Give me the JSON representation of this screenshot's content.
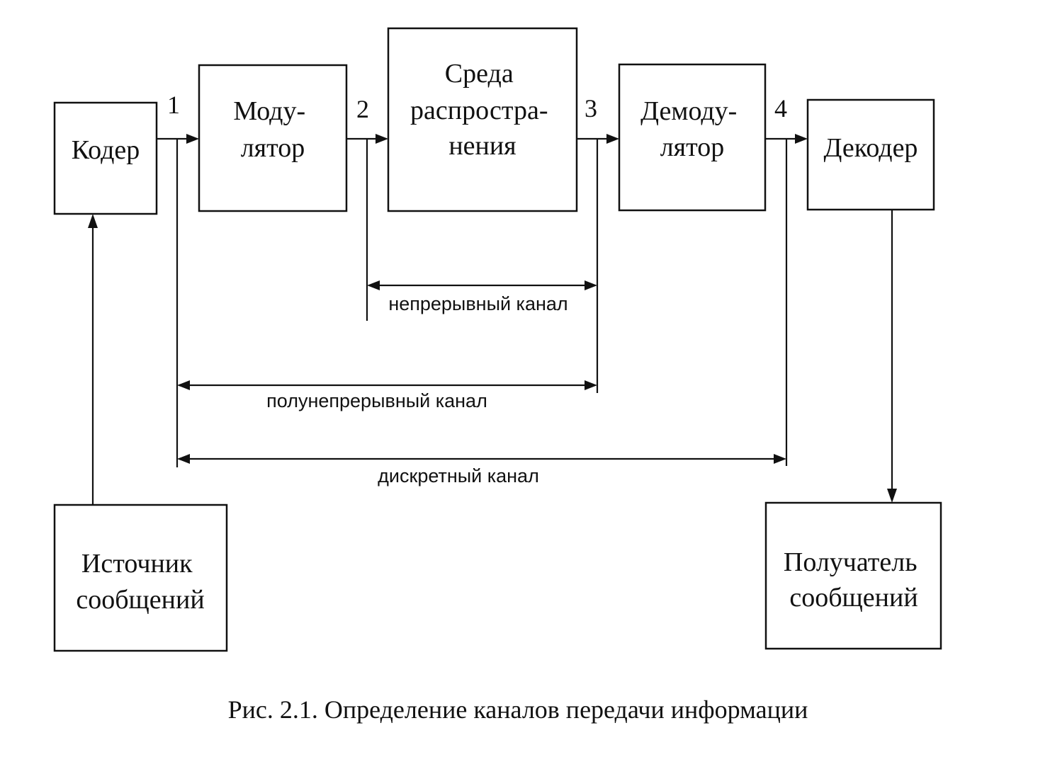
{
  "blocks": {
    "coder": [
      "Кодер"
    ],
    "modulator": [
      "Моду-",
      "лятор"
    ],
    "medium": [
      "Среда",
      "распростра-",
      "нения"
    ],
    "demodulator": [
      "Демоду-",
      "лятор"
    ],
    "decoder": [
      "Декодер"
    ],
    "source": [
      "Источник",
      "сообщений"
    ],
    "receiver": [
      "Получатель",
      "сообщений"
    ]
  },
  "points": [
    "1",
    "2",
    "3",
    "4"
  ],
  "channels": {
    "continuous": "непрерывный канал",
    "semi_continuous": "полунепрерывный канал",
    "discrete": "дискретный канал"
  },
  "caption": "Рис. 2.1. Определение каналов передачи информации",
  "colors": {
    "ink": "#111111",
    "paper": "#ffffff"
  }
}
